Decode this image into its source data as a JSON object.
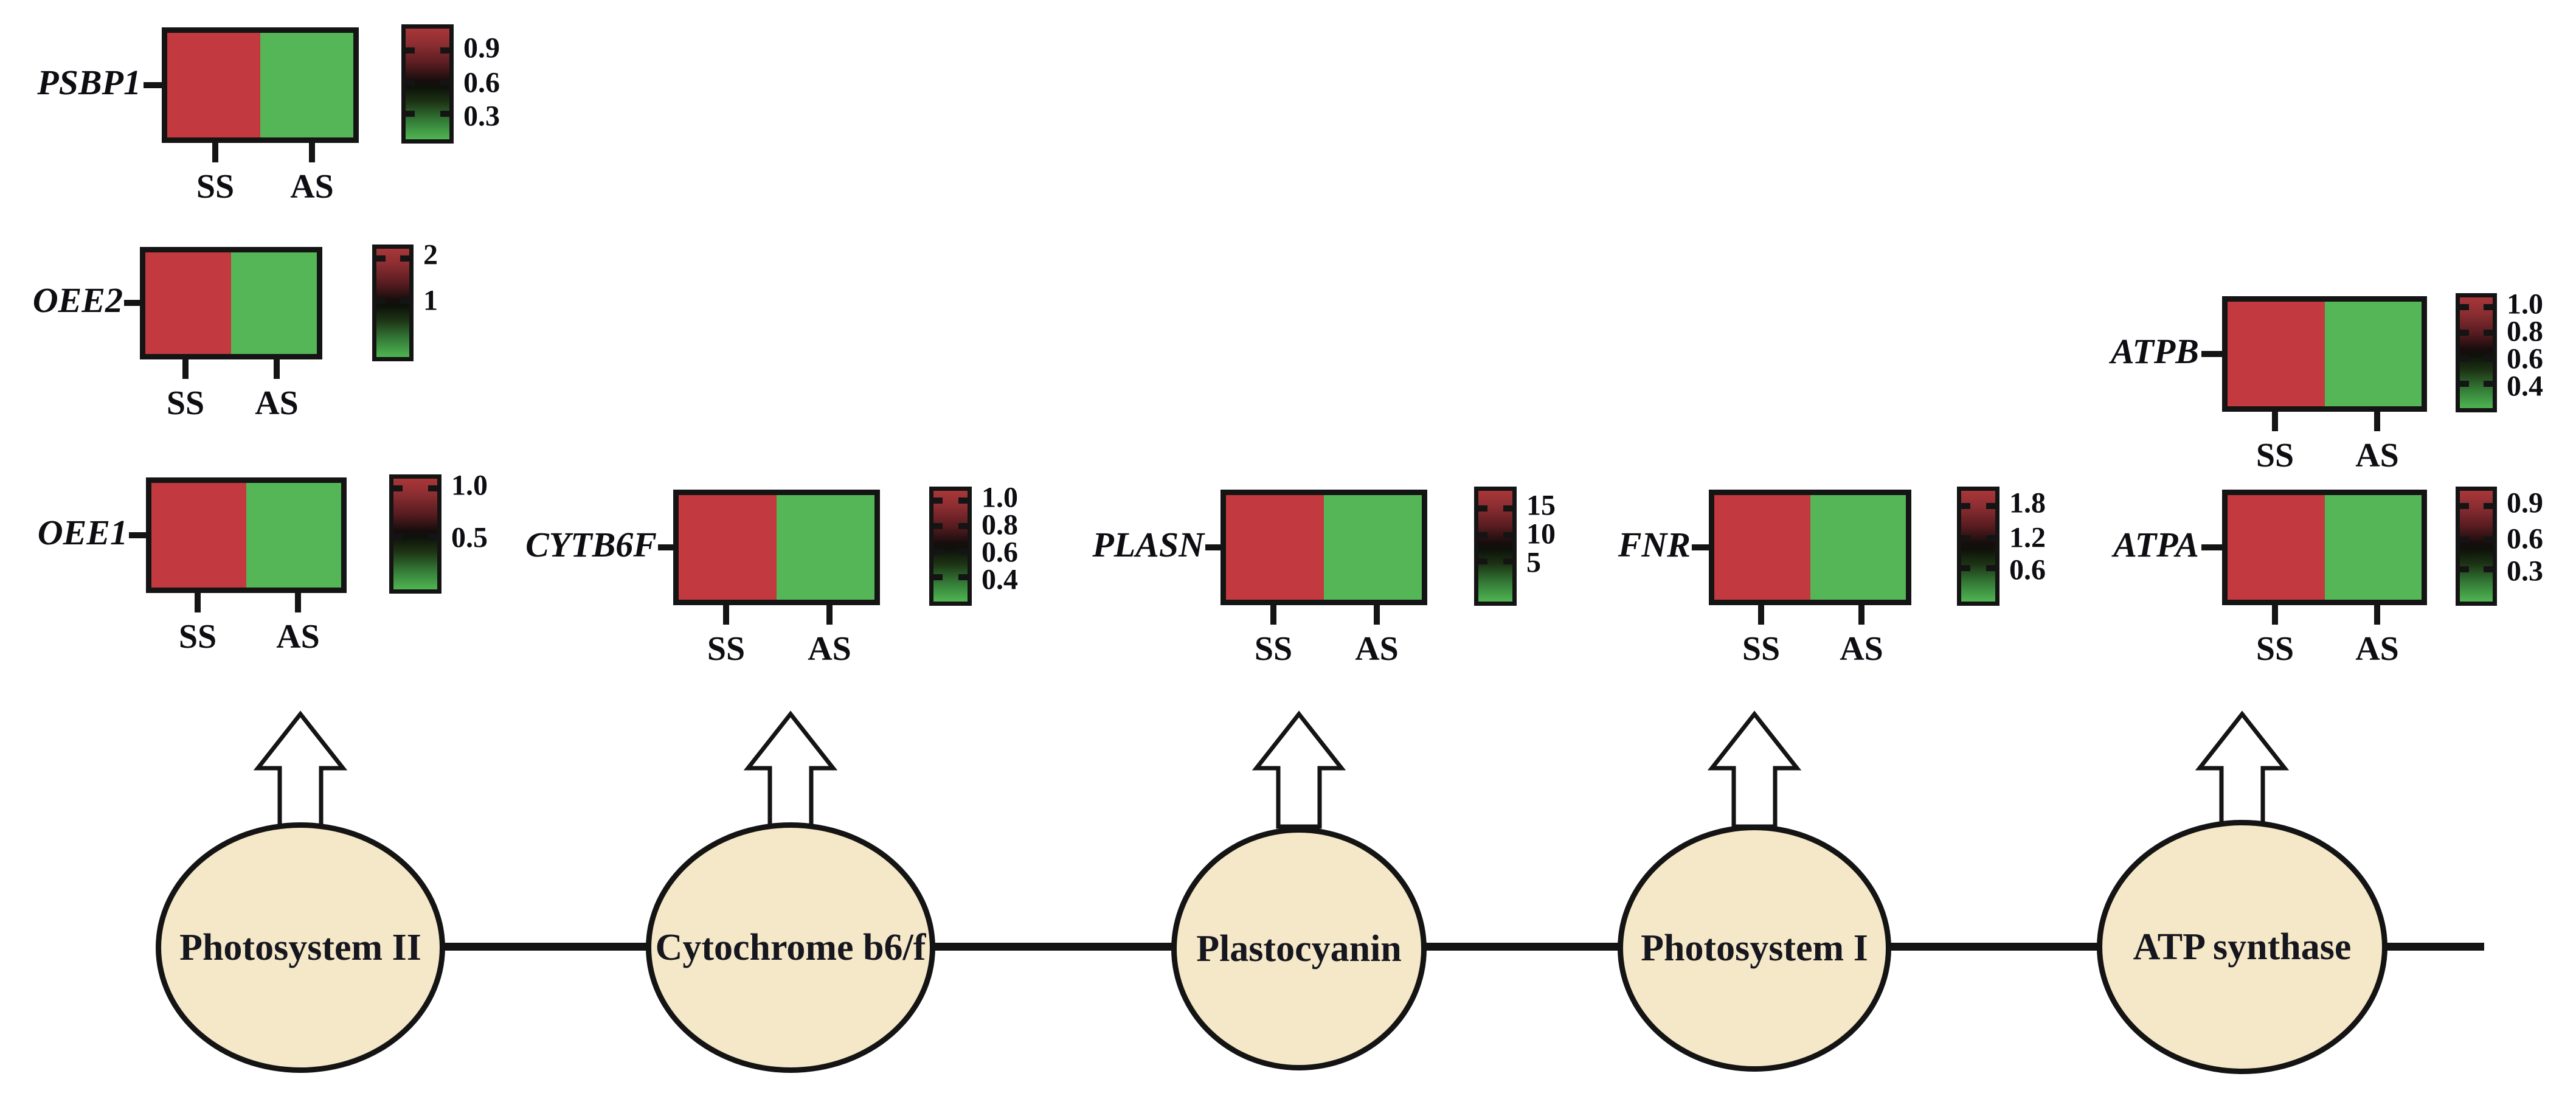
{
  "figure": {
    "condition_labels": [
      "SS",
      "AS"
    ],
    "colors": {
      "heatmap_ss_red": "#c23a40",
      "heatmap_as_green": "#55b657",
      "scale_top_red": "#a93639",
      "scale_bottom_green": "#4fb551",
      "ellipse_fill": "#f5e8c8",
      "outline": "#141414"
    },
    "genes": [
      {
        "label": "PSBP1",
        "scale_ticks": [
          "0.9",
          "0.6",
          "0.3"
        ]
      },
      {
        "label": "OEE2",
        "scale_ticks": [
          "2",
          "1"
        ]
      },
      {
        "label": "OEE1",
        "scale_ticks": [
          "1.0",
          "0.5"
        ]
      },
      {
        "label": "CYTB6F",
        "scale_ticks": [
          "1.0",
          "0.8",
          "0.6",
          "0.4"
        ]
      },
      {
        "label": "PLASN",
        "scale_ticks": [
          "15",
          "10",
          "5"
        ]
      },
      {
        "label": "FNR",
        "scale_ticks": [
          "1.8",
          "1.2",
          "0.6"
        ]
      },
      {
        "label": "ATPB",
        "scale_ticks": [
          "1.0",
          "0.8",
          "0.6",
          "0.4"
        ]
      },
      {
        "label": "ATPA",
        "scale_ticks": [
          "0.9",
          "0.6",
          "0.3"
        ]
      }
    ],
    "complexes": [
      {
        "label": "Photosystem II"
      },
      {
        "label": "Cytochrome b6/f"
      },
      {
        "label": "Plastocyanin"
      },
      {
        "label": "Photosystem I"
      },
      {
        "label": "ATP synthase"
      }
    ]
  },
  "chart_data": [
    {
      "type": "heatmap",
      "title": "PSBP1",
      "x": [
        "SS",
        "AS"
      ],
      "rows": [
        "PSBP1"
      ],
      "values_qualitative": [
        [
          "high (red)",
          "low (green)"
        ]
      ],
      "estimated_values": [
        [
          0.9,
          0.3
        ]
      ],
      "colorbar_ticks": [
        0.9,
        0.6,
        0.3
      ]
    },
    {
      "type": "heatmap",
      "title": "OEE2",
      "x": [
        "SS",
        "AS"
      ],
      "rows": [
        "OEE2"
      ],
      "values_qualitative": [
        [
          "high (red)",
          "low (green)"
        ]
      ],
      "estimated_values": [
        [
          2,
          1
        ]
      ],
      "colorbar_ticks": [
        2,
        1
      ]
    },
    {
      "type": "heatmap",
      "title": "OEE1",
      "x": [
        "SS",
        "AS"
      ],
      "rows": [
        "OEE1"
      ],
      "values_qualitative": [
        [
          "high (red)",
          "low (green)"
        ]
      ],
      "estimated_values": [
        [
          1.0,
          0.5
        ]
      ],
      "colorbar_ticks": [
        1.0,
        0.5
      ]
    },
    {
      "type": "heatmap",
      "title": "CYTB6F",
      "x": [
        "SS",
        "AS"
      ],
      "rows": [
        "CYTB6F"
      ],
      "values_qualitative": [
        [
          "high (red)",
          "low (green)"
        ]
      ],
      "estimated_values": [
        [
          1.0,
          0.4
        ]
      ],
      "colorbar_ticks": [
        1.0,
        0.8,
        0.6,
        0.4
      ]
    },
    {
      "type": "heatmap",
      "title": "PLASN",
      "x": [
        "SS",
        "AS"
      ],
      "rows": [
        "PLASN"
      ],
      "values_qualitative": [
        [
          "high (red)",
          "low (green)"
        ]
      ],
      "estimated_values": [
        [
          15,
          5
        ]
      ],
      "colorbar_ticks": [
        15,
        10,
        5
      ]
    },
    {
      "type": "heatmap",
      "title": "FNR",
      "x": [
        "SS",
        "AS"
      ],
      "rows": [
        "FNR"
      ],
      "values_qualitative": [
        [
          "high (red)",
          "low (green)"
        ]
      ],
      "estimated_values": [
        [
          1.8,
          0.6
        ]
      ],
      "colorbar_ticks": [
        1.8,
        1.2,
        0.6
      ]
    },
    {
      "type": "heatmap",
      "title": "ATPB",
      "x": [
        "SS",
        "AS"
      ],
      "rows": [
        "ATPB"
      ],
      "values_qualitative": [
        [
          "high (red)",
          "low (green)"
        ]
      ],
      "estimated_values": [
        [
          1.0,
          0.4
        ]
      ],
      "colorbar_ticks": [
        1.0,
        0.8,
        0.6,
        0.4
      ]
    },
    {
      "type": "heatmap",
      "title": "ATPA",
      "x": [
        "SS",
        "AS"
      ],
      "rows": [
        "ATPA"
      ],
      "values_qualitative": [
        [
          "high (red)",
          "low (green)"
        ]
      ],
      "estimated_values": [
        [
          0.9,
          0.3
        ]
      ],
      "colorbar_ticks": [
        0.9,
        0.6,
        0.3
      ]
    }
  ]
}
